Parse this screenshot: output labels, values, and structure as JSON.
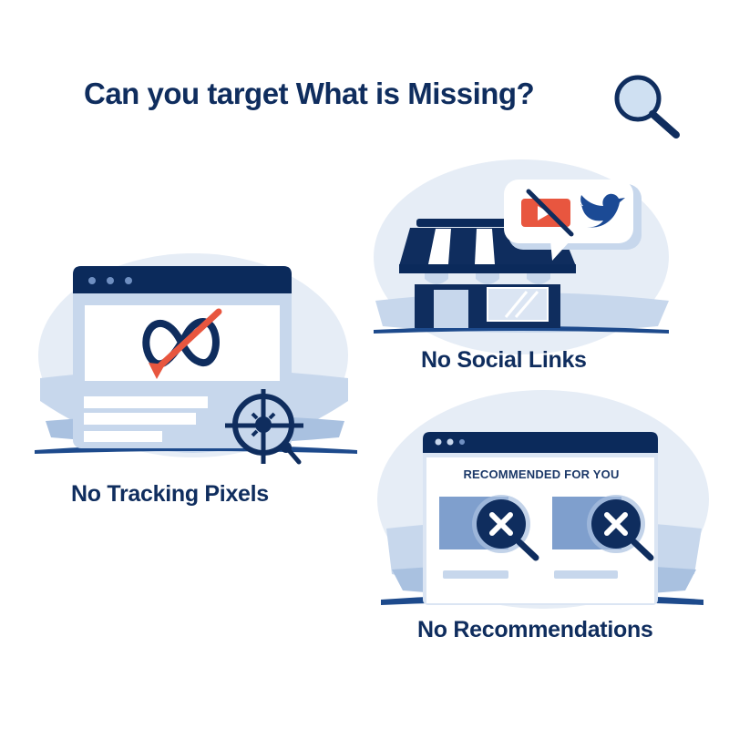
{
  "header": {
    "title": "Can you target What is Missing?",
    "icon": "magnifier-icon"
  },
  "panels": [
    {
      "id": "tracking",
      "caption": "No Tracking Pixels",
      "icons": [
        "browser-window-icon",
        "meta-infinity-logo-icon",
        "strike-slash-icon",
        "crosshair-target-icon",
        "magnifier-icon"
      ]
    },
    {
      "id": "social",
      "caption": "No Social Links",
      "icons": [
        "storefront-icon",
        "speech-bubble-icon",
        "youtube-play-icon",
        "strike-slash-icon",
        "twitter-bird-icon"
      ]
    },
    {
      "id": "recommendations",
      "caption": "No Recommendations",
      "section_label": "RECOMMENDED FOR YOU",
      "icons": [
        "browser-window-icon",
        "magnifier-x-icon",
        "magnifier-x-icon"
      ]
    }
  ],
  "colors": {
    "navy": "#0f2d5e",
    "dark_navy": "#0b2a5b",
    "accent_red": "#e8563f",
    "light_blue_bg": "#e6edf6",
    "mid_blue": "#a9c1e0",
    "card_blue": "#7f9fcd",
    "white": "#ffffff"
  }
}
